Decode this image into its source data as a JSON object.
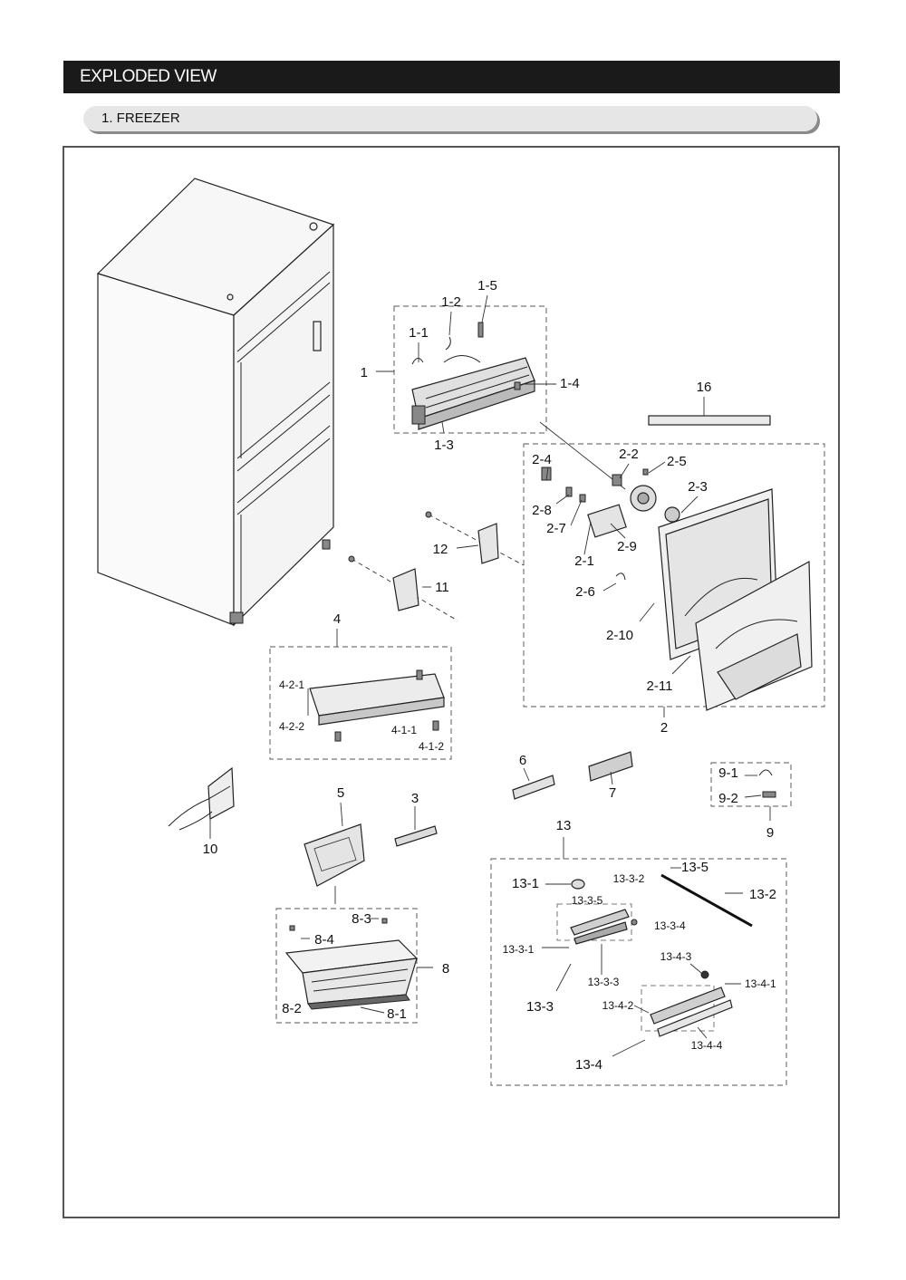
{
  "header": {
    "title": "EXPLODED VIEW"
  },
  "section": {
    "title": "1. FREEZER"
  },
  "callouts": {
    "c1": "1",
    "c1_1": "1-1",
    "c1_2": "1-2",
    "c1_3": "1-3",
    "c1_4": "1-4",
    "c1_5": "1-5",
    "c16": "16",
    "c2": "2",
    "c2_1": "2-1",
    "c2_2": "2-2",
    "c2_3": "2-3",
    "c2_4": "2-4",
    "c2_5": "2-5",
    "c2_6": "2-6",
    "c2_7": "2-7",
    "c2_8": "2-8",
    "c2_9": "2-9",
    "c2_10": "2-10",
    "c2_11": "2-11",
    "c12": "12",
    "c11": "11",
    "c4": "4",
    "c4_1_1": "4-1-1",
    "c4_1_2": "4-1-2",
    "c4_2_1": "4-2-1",
    "c4_2_2": "4-2-2",
    "c6": "6",
    "c7": "7",
    "c9": "9",
    "c9_1": "9-1",
    "c9_2": "9-2",
    "c10": "10",
    "c5": "5",
    "c3": "3",
    "c8": "8",
    "c8_1": "8-1",
    "c8_2": "8-2",
    "c8_3": "8-3",
    "c8_4": "8-4",
    "c13": "13",
    "c13_1": "13-1",
    "c13_2": "13-2",
    "c13_3": "13-3",
    "c13_3_1": "13-3-1",
    "c13_3_2": "13-3-2",
    "c13_3_3": "13-3-3",
    "c13_3_4": "13-3-4",
    "c13_3_5": "13-3-5",
    "c13_4": "13-4",
    "c13_4_1": "13-4-1",
    "c13_4_2": "13-4-2",
    "c13_4_3": "13-4-3",
    "c13_4_4": "13-4-4",
    "c13_5": "13-5"
  }
}
